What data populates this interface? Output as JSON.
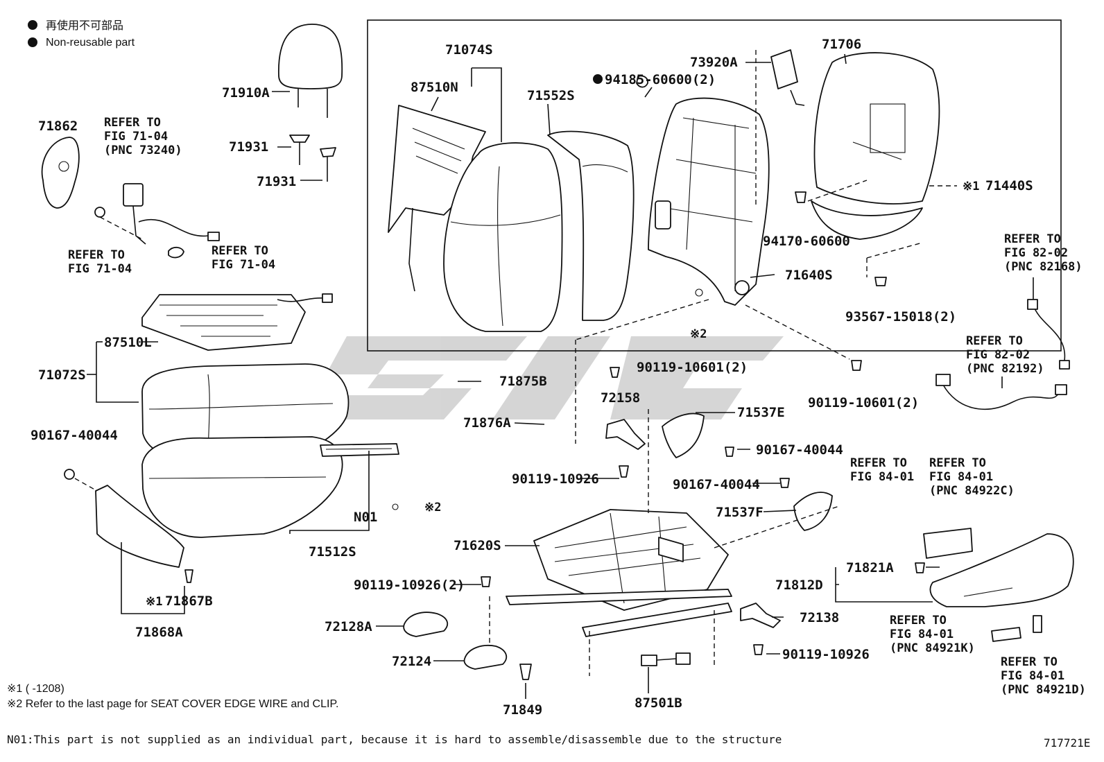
{
  "legend": {
    "jp": "再使用不可部品",
    "en": "Non-reusable part"
  },
  "labels": {
    "p71910A": "71910A",
    "p71931a": "71931",
    "p71931b": "71931",
    "p71862": "71862",
    "p71074S": "71074S",
    "p87510N": "87510N",
    "p71552S": "71552S",
    "p73920A": "73920A",
    "p94185": "94185-60600(2)",
    "p71706": "71706",
    "p71440S": "71440S",
    "p94170": "94170-60600",
    "p71640S": "71640S",
    "p93567": "93567-15018(2)",
    "p87510L": "87510L",
    "p71072S": "71072S",
    "p90167a": "90167-40044",
    "p71875B": "71875B",
    "p71876A": "71876A",
    "p90119_10601a": "90119-10601(2)",
    "p72158": "72158",
    "p71537E": "71537E",
    "p90167b": "90167-40044",
    "p90119_10601b": "90119-10601(2)",
    "p90119_10926a": "90119-10926",
    "p90167c": "90167-40044",
    "p71537F": "71537F",
    "pN01": "N01",
    "p71512S": "71512S",
    "p71620S": "71620S",
    "p90119_10926b": "90119-10926(2)",
    "p71867B": "71867B",
    "p71868A": "71868A",
    "p72128A": "72128A",
    "p72124": "72124",
    "p71849": "71849",
    "p87501B": "87501B",
    "p72138": "72138",
    "p90119_10926c": "90119-10926",
    "p71821A": "71821A",
    "p71812D": "71812D"
  },
  "marks": {
    "k1": "※1",
    "k2": "※2",
    "k2b": "※2",
    "k1b": "※1"
  },
  "refs": {
    "r1": [
      "REFER TO",
      "FIG 71-04",
      "(PNC 73240)"
    ],
    "r2": [
      "REFER TO",
      "FIG 71-04"
    ],
    "r3": [
      "REFER TO",
      "FIG 71-04"
    ],
    "r4": [
      "REFER TO",
      "FIG 82-02",
      "(PNC 82168)"
    ],
    "r5": [
      "REFER TO",
      "FIG 82-02",
      "(PNC 82192)"
    ],
    "r6": [
      "REFER TO",
      "FIG 84-01"
    ],
    "r7": [
      "REFER TO",
      "FIG 84-01",
      "(PNC 84922C)"
    ],
    "r8": [
      "REFER TO",
      "FIG 84-01",
      "(PNC 84921K)"
    ],
    "r9": [
      "REFER TO",
      "FIG 84-01",
      "(PNC 84921D)"
    ]
  },
  "footnotes": {
    "n1": "※1 (     -1208)",
    "n2": "※2 Refer to the last page for SEAT COVER EDGE WIRE and CLIP.",
    "n3": "N01:This part is not supplied as an individual part, because it is hard to assemble/disassemble due to the structure"
  },
  "figure_code": "717721E"
}
